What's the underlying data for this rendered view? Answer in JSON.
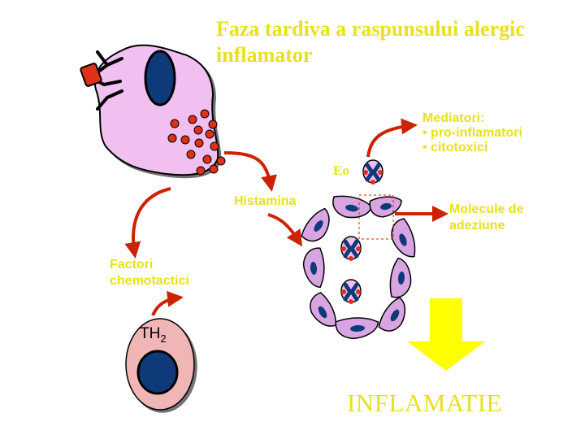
{
  "title": {
    "line1": "Faza tardiva a raspunsului alergic",
    "line2": "inflamator"
  },
  "labels": {
    "eo": "Eo",
    "mediatori": [
      "Mediatori:",
      "• pro-inflamatori",
      "• citotoxici"
    ],
    "histamina": "Histamina",
    "molecule": [
      "Molecule de",
      "adeziune"
    ],
    "factori": [
      "Factori",
      "chemotactici"
    ],
    "th2_base": "TH",
    "th2_sub": "2",
    "inflamatie": "INFLAMATIE"
  },
  "colors": {
    "text_accent": "#e8e020",
    "mast_cell": "#f2c0f0",
    "nucleus": "#0f3a7a",
    "granule": "#e0301a",
    "arrow": "#cc2200",
    "endothelium": "#d8a4e2",
    "lymphocyte": "#f0b6b6",
    "big_arrow": "#ffff00"
  },
  "icons": [
    "mast-cell-icon",
    "ige-receptor-icon",
    "allergen-icon",
    "eosinophil-icon",
    "endothelial-cell-icon",
    "lymphocyte-icon",
    "down-arrow-icon"
  ]
}
